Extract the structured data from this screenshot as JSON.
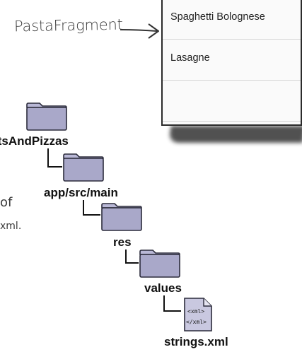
{
  "annotations": {
    "fragment_label": "PastaFragment",
    "note_of": "of",
    "note_xml": "xml."
  },
  "list": {
    "items": [
      "Spaghetti Bolognese",
      "Lasagne",
      ""
    ]
  },
  "tree": {
    "root": "itsAndPizzas",
    "main": "app/src/main",
    "res": "res",
    "values": "values",
    "file": "strings.xml",
    "file_icon_top": "<xml>",
    "file_icon_bottom": "</xml>"
  },
  "colors": {
    "folder_fill": "#a9a8c9",
    "folder_stroke": "#2c2c3c",
    "card_bg": "#fafafa"
  }
}
